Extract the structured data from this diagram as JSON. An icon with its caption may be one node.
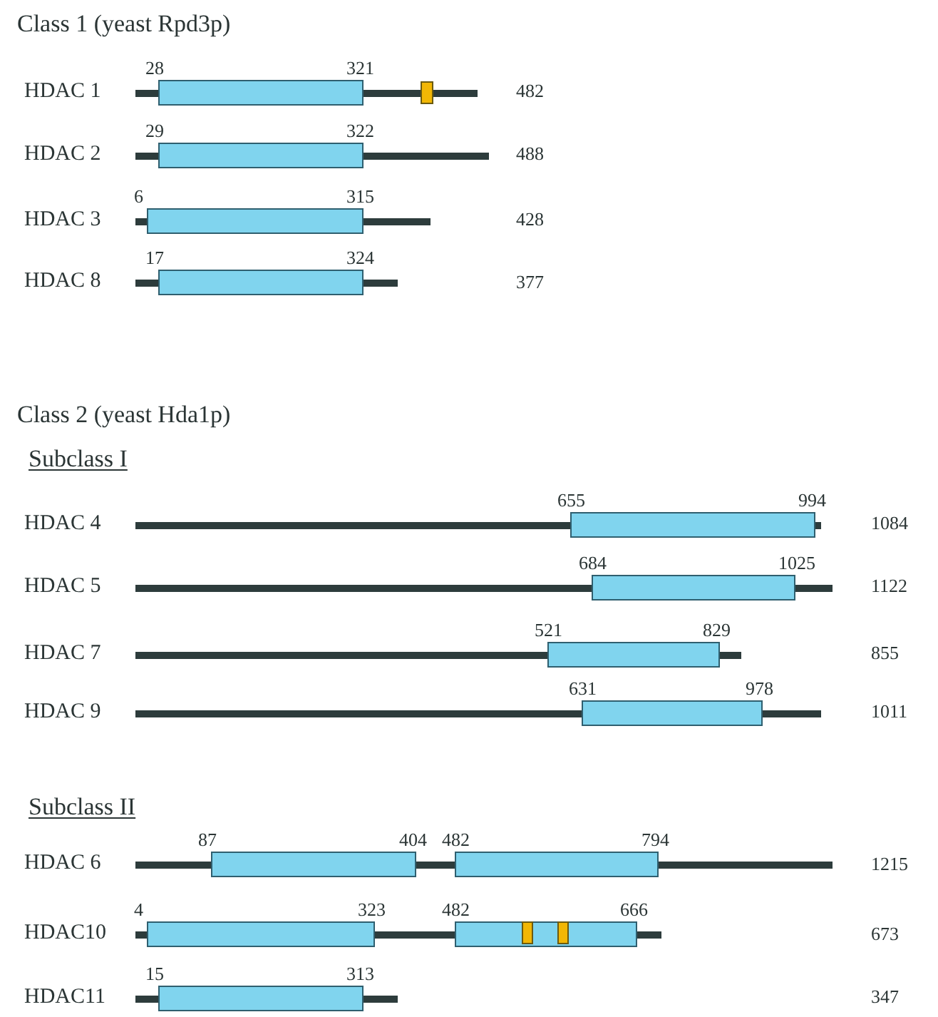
{
  "diagram": {
    "nodes": [
      {
        "text": [],
        "shape": "box",
        "beside": [
          "28",
          "321"
        ]
      },
      {
        "text": [],
        "shape": "box"
      },
      {
        "text": [],
        "shape": "box",
        "beside": [
          "29",
          "322"
        ]
      },
      {
        "text": [],
        "shape": "box",
        "beside": [
          "6",
          "315"
        ]
      },
      {
        "text": [],
        "shape": "box",
        "beside": [
          "17",
          "324"
        ]
      },
      {
        "text": [],
        "shape": "box",
        "beside": [
          "655",
          "994"
        ]
      },
      {
        "text": [],
        "shape": "box",
        "beside": [
          "684",
          "1025"
        ]
      },
      {
        "text": [],
        "shape": "box",
        "beside": [
          "521",
          "829"
        ]
      },
      {
        "text": [],
        "shape": "box",
        "beside": [
          "631",
          "978"
        ]
      },
      {
        "text": [],
        "shape": "box",
        "beside": [
          "87",
          "404"
        ]
      },
      {
        "text": [],
        "shape": "box",
        "beside": [
          "482",
          "794"
        ]
      },
      {
        "text": [],
        "shape": "box",
        "beside": [
          "4",
          "323"
        ]
      },
      {
        "text": [],
        "shape": "box",
        "beside": [
          "482",
          "666"
        ]
      },
      {
        "text": [],
        "shape": "box",
        "in": 12
      },
      {
        "text": [],
        "shape": "box",
        "in": 12
      },
      {
        "text": [],
        "shape": "box",
        "beside": [
          "15",
          "313"
        ]
      }
    ],
    "labels": [
      "Class 1 (yeast Rpd3p)",
      "HDAC 1",
      "482",
      "HDAC 2",
      "488",
      "HDAC 3",
      "428",
      "HDAC 8",
      "377",
      "Class 2 (yeast Hda1p)",
      "Subclass I",
      "HDAC 4",
      "1084",
      "HDAC 5",
      "1122",
      "HDAC 7",
      "855",
      "HDAC 9",
      "1011",
      "Subclass II",
      "HDAC 6",
      "1215",
      "HDAC10",
      "673",
      "HDAC11",
      "347"
    ]
  }
}
